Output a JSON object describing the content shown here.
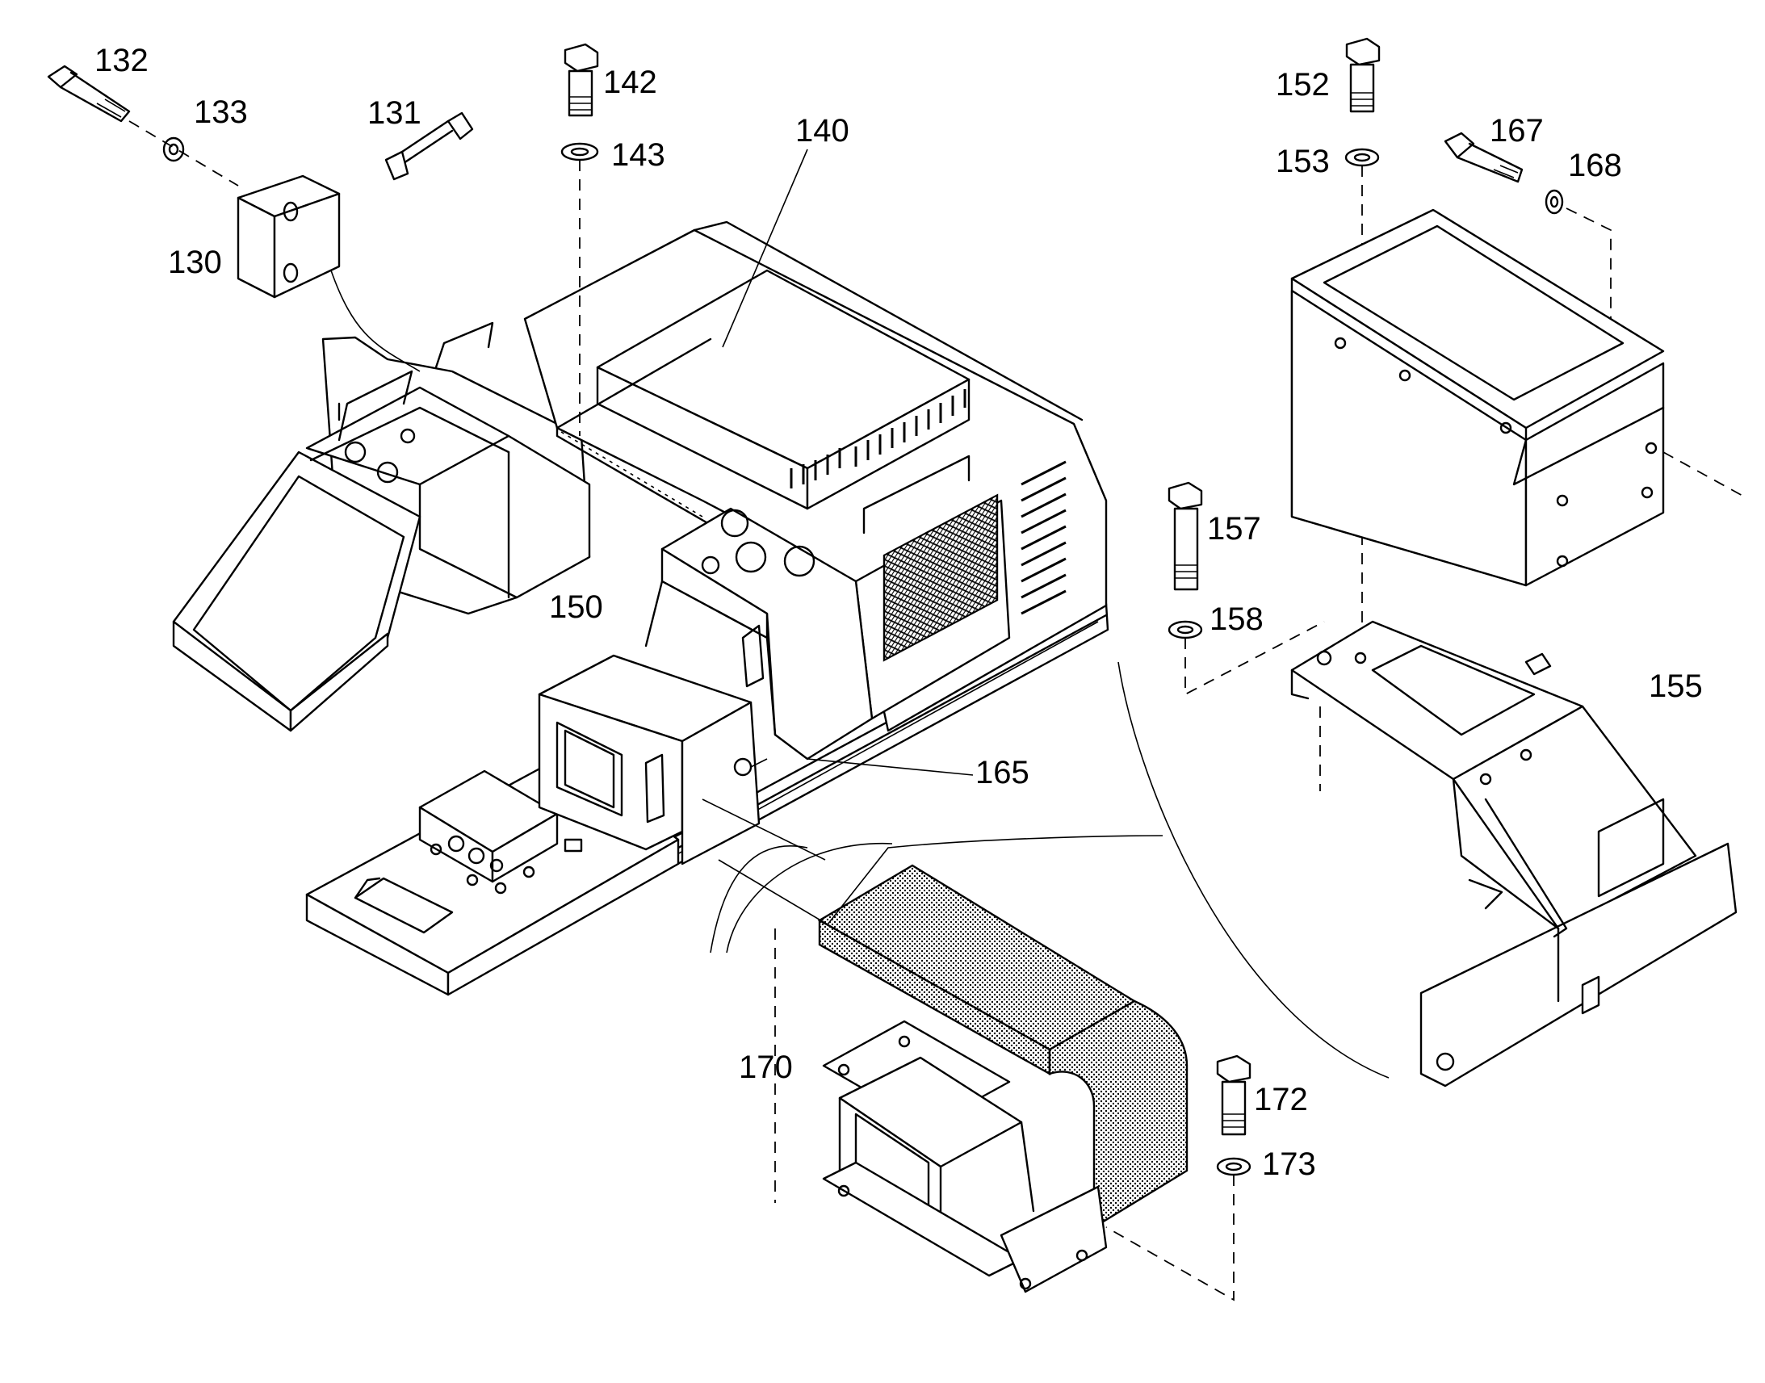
{
  "callouts": {
    "c130": "130",
    "c131": "131",
    "c132": "132",
    "c133": "133",
    "c140": "140",
    "c142": "142",
    "c143": "143",
    "c150": "150",
    "c152": "152",
    "c153": "153",
    "c155": "155",
    "c157": "157",
    "c158": "158",
    "c165": "165",
    "c167": "167",
    "c168": "168",
    "c170": "170",
    "c172": "172",
    "c173": "173"
  },
  "colors": {
    "line": "#000000",
    "background": "#ffffff",
    "shading": "#cfcfcf"
  }
}
